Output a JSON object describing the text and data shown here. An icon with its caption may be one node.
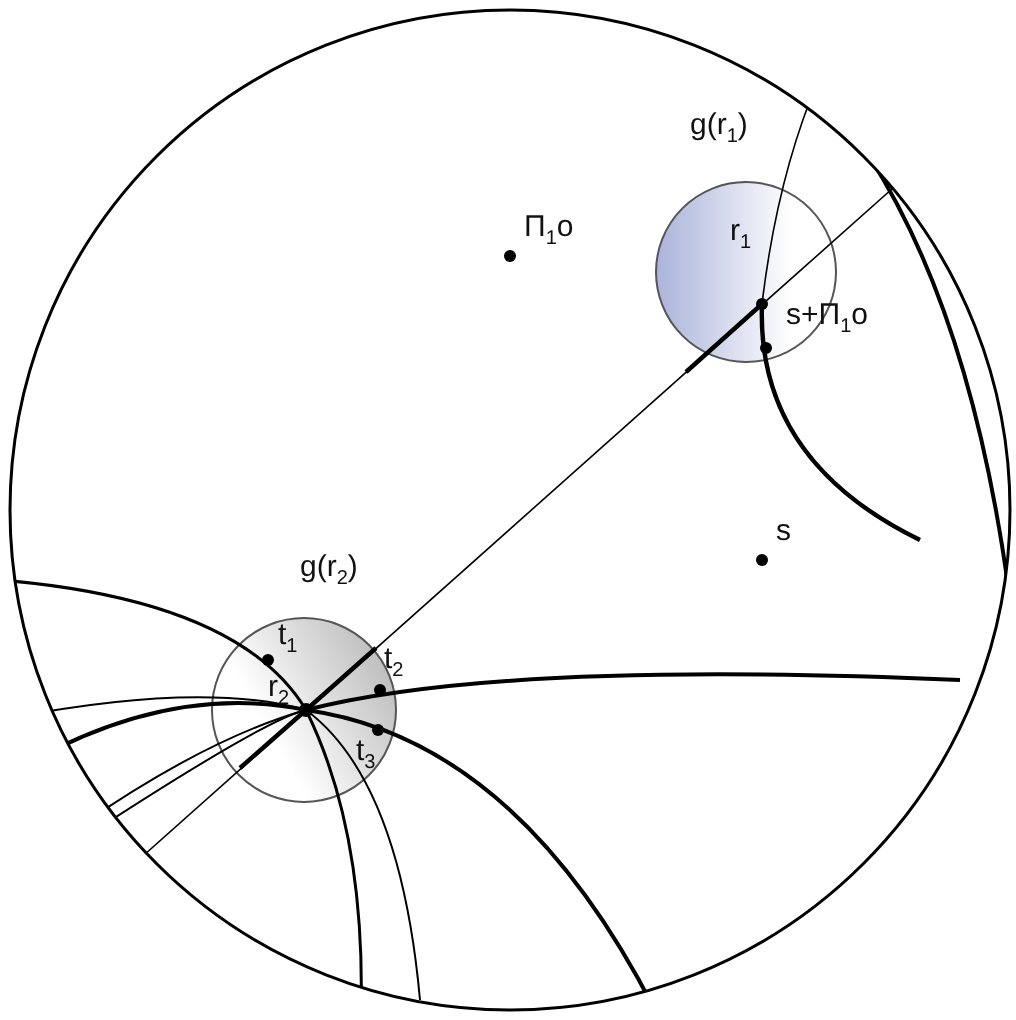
{
  "diagram": {
    "labels": [
      "g(r$_{1}$)",
      "Π$_{1}$o",
      "r$_{1}$",
      "s+Π$_{1}$o",
      "s",
      "g(r$_{2}$)",
      "t$_{1}$",
      "r$_{2}$",
      "t$_{2}$",
      "t$_{3}$"
    ]
  }
}
